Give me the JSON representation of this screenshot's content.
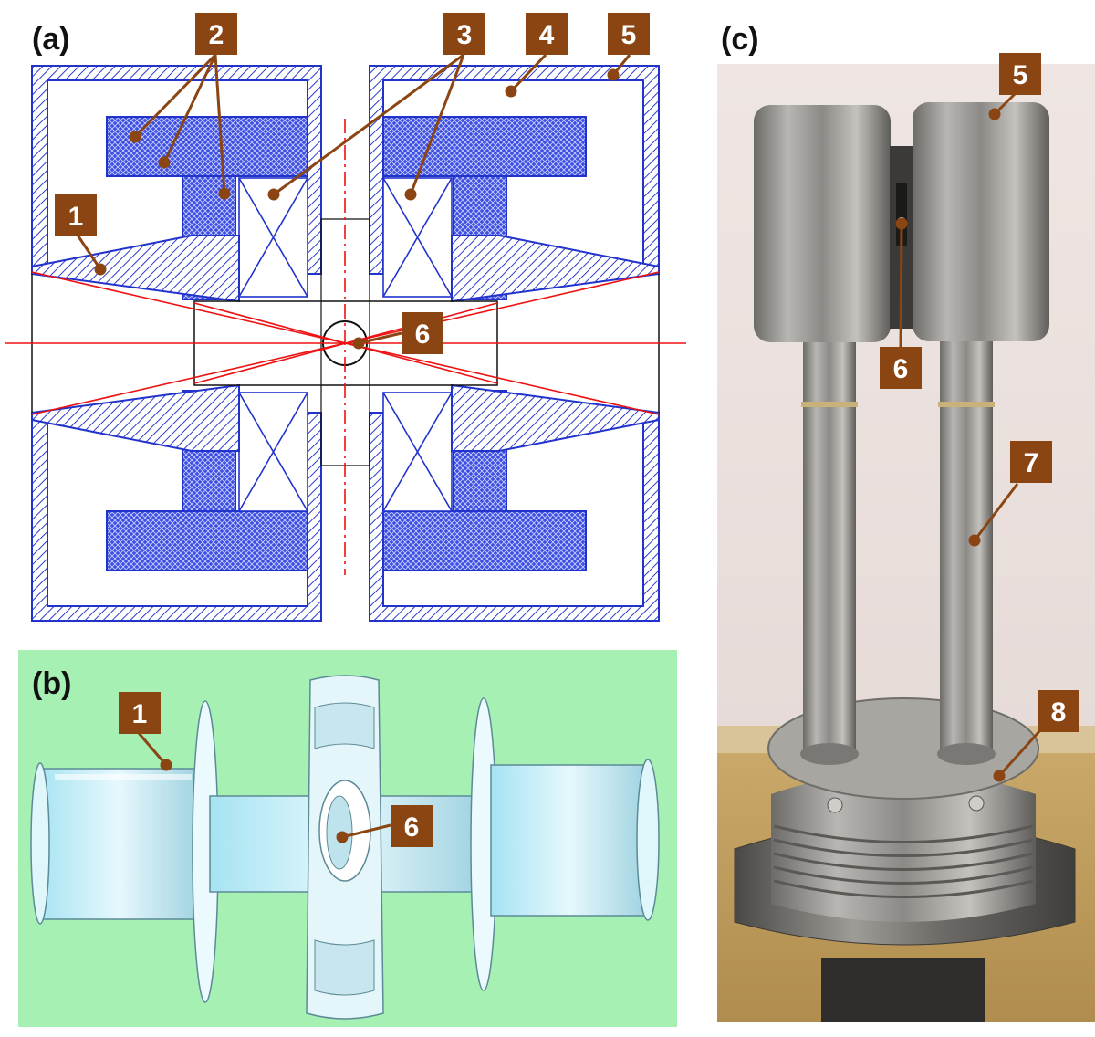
{
  "panels": {
    "a": {
      "label": "(a)"
    },
    "b": {
      "label": "(b)"
    },
    "c": {
      "label": "(c)"
    }
  },
  "callouts": {
    "a": [
      "2",
      "3",
      "4",
      "5",
      "1",
      "6"
    ],
    "b": [
      "1",
      "6"
    ],
    "c": [
      "5",
      "6",
      "7",
      "8"
    ]
  },
  "colors": {
    "tag": "#8b4513",
    "drawing_blue": "#2233cc",
    "red_line": "#ee1111",
    "cad_background": "#a6f0b4",
    "cad_part": "#d6f1f8"
  }
}
